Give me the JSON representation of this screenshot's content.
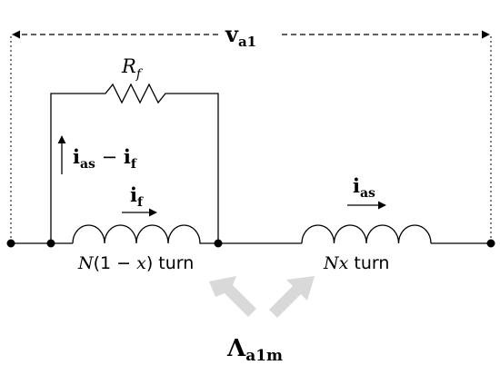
{
  "labels": {
    "voltage_main": "v",
    "voltage_sub": "a1",
    "resistor_main": "R",
    "resistor_sub": "f",
    "diff_i1": "i",
    "diff_i1_sub": "as",
    "diff_op": " − ",
    "diff_i2": "i",
    "diff_i2_sub": "f",
    "fault_current_main": "i",
    "fault_current_sub": "f",
    "series_current_main": "i",
    "series_current_sub": "as",
    "left_winding_N": "N",
    "left_winding_open": "(1 − ",
    "left_winding_x": "x",
    "left_winding_close": ") turn",
    "right_winding_N": "N",
    "right_winding_x": "x",
    "right_winding_turn": " turn",
    "flux_main": "Λ",
    "flux_sub": "a1m"
  },
  "colors": {
    "wire": "#000000",
    "dashed_line": "#000000",
    "flux_arrow": "#d9d9d9"
  }
}
